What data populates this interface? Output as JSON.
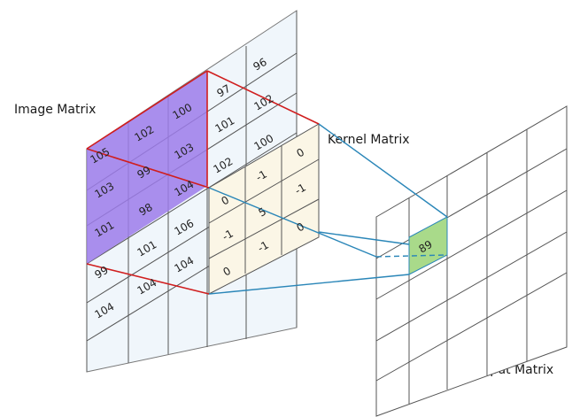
{
  "labels": {
    "image_matrix": "Image Matrix",
    "kernel_matrix": "Kernel Matrix",
    "output_matrix": "Output Matrix"
  },
  "colors": {
    "highlight_purple": "#9C7BEA",
    "matrix_fill": "#F0F6FB",
    "kernel_fill": "#FBF6E6",
    "output_cell": "#A9DA8A",
    "grid_line": "#555555",
    "window_border": "#D01E1E",
    "projection_line": "#2A86B8"
  },
  "image_matrix": [
    [
      "",
      "",
      "",
      "",
      "96"
    ],
    [
      "",
      "",
      "",
      "97",
      "102"
    ],
    [
      "105",
      "102",
      "100",
      "101",
      "100"
    ],
    [
      "103",
      "99",
      "103",
      "102",
      ""
    ],
    [
      "101",
      "98",
      "104",
      "",
      ""
    ],
    [
      "99",
      "101",
      "106",
      "",
      ""
    ],
    [
      "104",
      "104",
      "104",
      "",
      ""
    ]
  ],
  "kernel_matrix": [
    [
      "",
      "-1",
      "0"
    ],
    [
      "0",
      "5",
      "-1"
    ],
    [
      "-1",
      "-1",
      "0"
    ],
    [
      "0",
      "",
      ""
    ]
  ],
  "output_value": "89"
}
